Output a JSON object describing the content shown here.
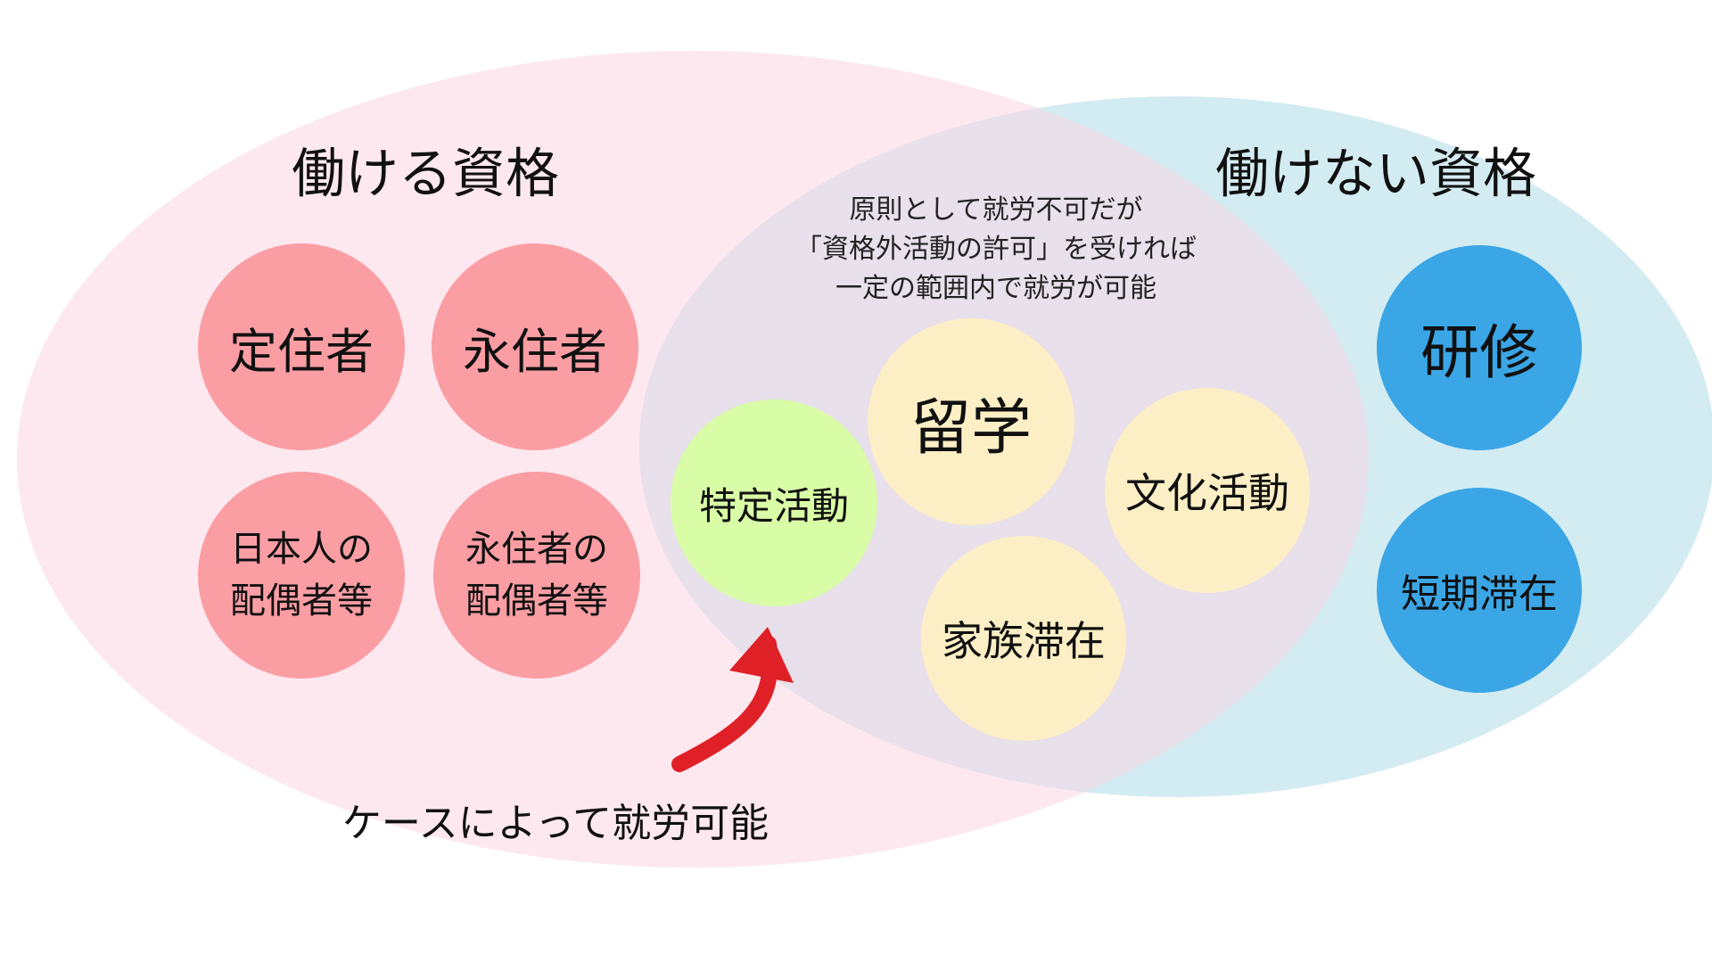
{
  "colors": {
    "left_ellipse": "#fde8ef",
    "right_ellipse": "#d3ecf1",
    "overlap": "#e8e0eb",
    "work_circle": "#fa9ea4",
    "nowork_circle": "#3aa6e6",
    "conditional_circle": "#fcefc5",
    "special_circle": "#d9fca6",
    "arrow": "#e02027"
  },
  "left_group": {
    "title": "働ける資格",
    "items": [
      {
        "label": "定住者"
      },
      {
        "label": "永住者"
      },
      {
        "line1": "日本人の",
        "line2": "配偶者等"
      },
      {
        "line1": "永住者の",
        "line2": "配偶者等"
      }
    ]
  },
  "right_group": {
    "title": "働けない資格",
    "items": [
      {
        "label": "研修"
      },
      {
        "label": "短期滞在"
      }
    ]
  },
  "overlap_group": {
    "note_lines": [
      "原則として就労不可だが",
      "「資格外活動の許可」を受ければ",
      "一定の範囲内で就労が可能"
    ],
    "items": [
      {
        "label": "留学"
      },
      {
        "label": "文化活動"
      },
      {
        "label": "家族滞在"
      }
    ]
  },
  "special": {
    "label": "特定活動",
    "caption": "ケースによって就労可能",
    "arrow_icon": "red-curved-arrow-icon"
  }
}
